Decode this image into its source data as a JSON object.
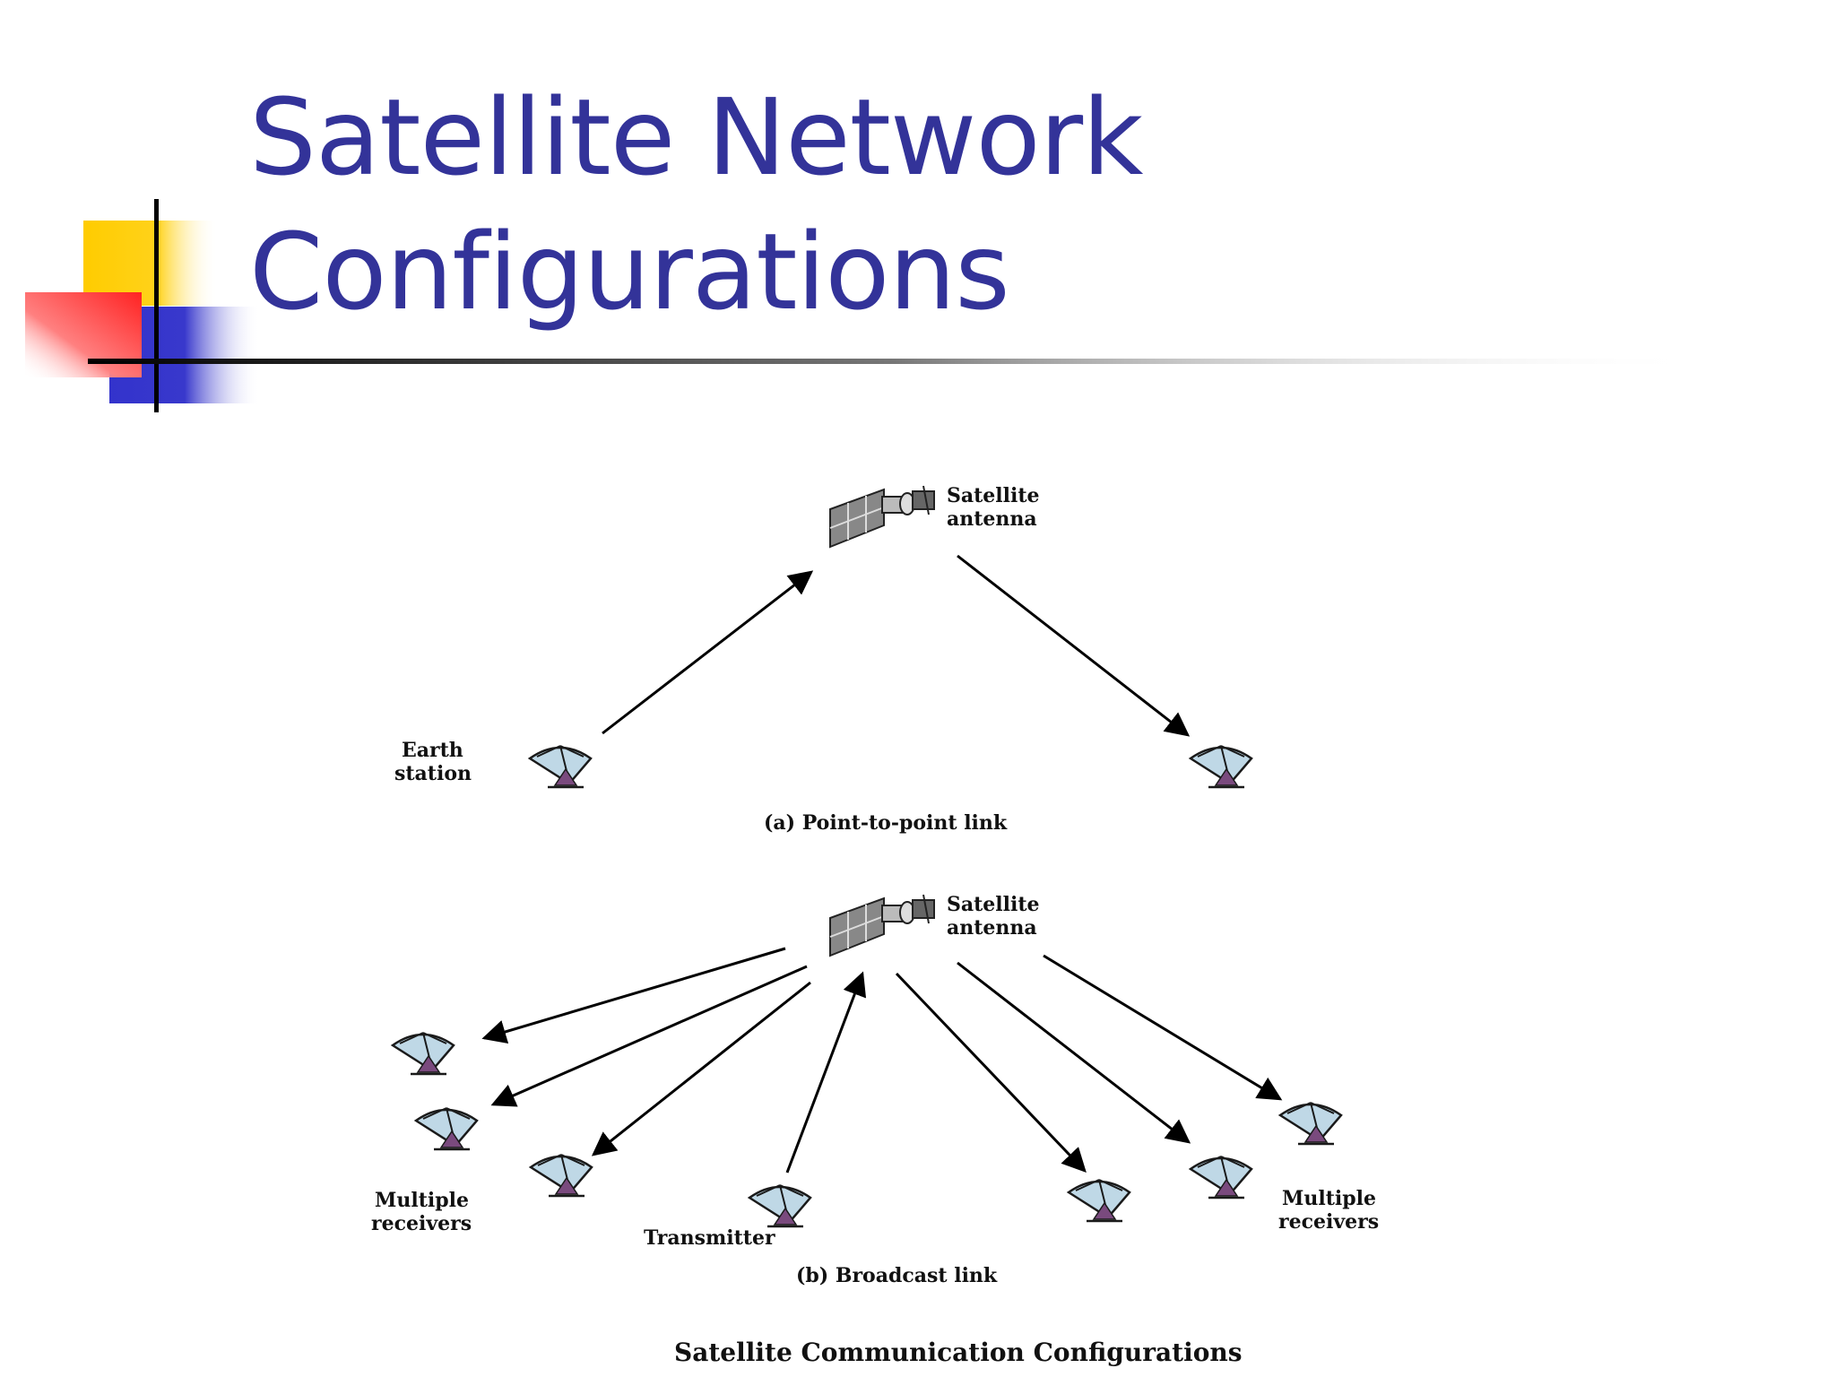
{
  "slide": {
    "title_line1": "Satellite Network",
    "title_line2": "Configurations"
  },
  "colors": {
    "title": "#333399",
    "accent_yellow": "#FFCC00",
    "accent_red": "#FF3333",
    "accent_blue": "#3333CC",
    "dish": "#BFD8E6",
    "dish_base": "#7A4A7E"
  },
  "figure": {
    "point_to_point": {
      "satellite_label_line1": "Satellite",
      "satellite_label_line2": "antenna",
      "earth_station_line1": "Earth",
      "earth_station_line2": "station",
      "caption": "(a) Point-to-point link"
    },
    "broadcast": {
      "satellite_label_line1": "Satellite",
      "satellite_label_line2": "antenna",
      "left_receivers_line1": "Multiple",
      "left_receivers_line2": "receivers",
      "transmitter_label": "Transmitter",
      "right_receivers_line1": "Multiple",
      "right_receivers_line2": "receivers",
      "caption": "(b) Broadcast link"
    },
    "main_caption": "Satellite Communication Configurations"
  }
}
